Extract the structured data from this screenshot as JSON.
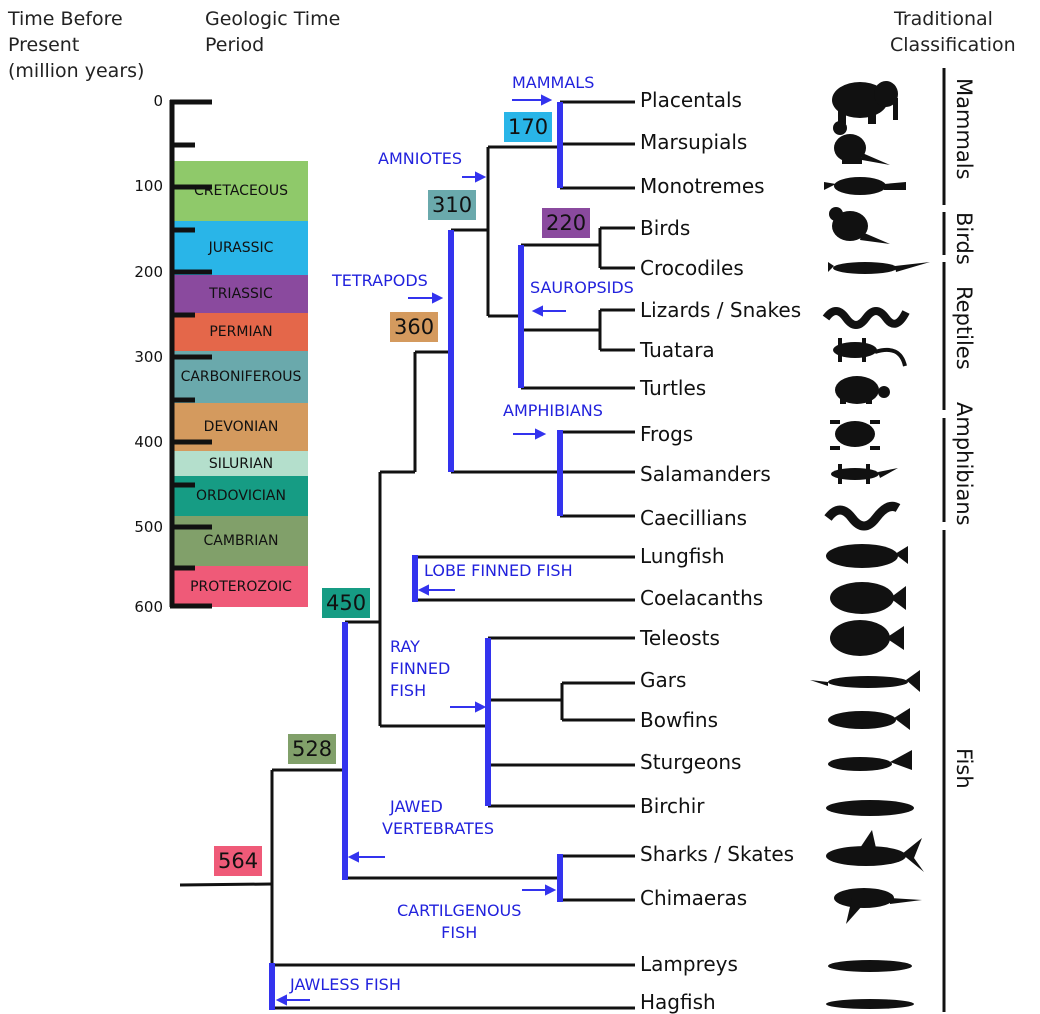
{
  "headers": {
    "time": [
      "Time Before",
      "Present",
      "(million years)"
    ],
    "period": [
      "Geologic Time",
      "Period"
    ],
    "classification": [
      "Traditional",
      "Classification"
    ]
  },
  "time_ticks": [
    "0",
    "100",
    "200",
    "300",
    "400",
    "500",
    "600"
  ],
  "periods": [
    {
      "name": "CRETACEOUS",
      "color": "#8fc96a"
    },
    {
      "name": "JURASSIC",
      "color": "#29b5e8"
    },
    {
      "name": "TRIASSIC",
      "color": "#8a4a9e"
    },
    {
      "name": "PERMIAN",
      "color": "#e4674a"
    },
    {
      "name": "CARBONIFEROUS",
      "color": "#6aa9ac"
    },
    {
      "name": "DEVONIAN",
      "color": "#d49a5e"
    },
    {
      "name": "SILURIAN",
      "color": "#b4dfcc"
    },
    {
      "name": "ORDOVICIAN",
      "color": "#169c84"
    },
    {
      "name": "CAMBRIAN",
      "color": "#81a06a"
    },
    {
      "name": "PROTEROZOIC",
      "color": "#ef5a78"
    }
  ],
  "taxa": [
    "Placentals",
    "Marsupials",
    "Monotremes",
    "Birds",
    "Crocodiles",
    "Lizards / Snakes",
    "Tuatara",
    "Turtles",
    "Frogs",
    "Salamanders",
    "Caecillians",
    "Lungfish",
    "Coelacanths",
    "Teleosts",
    "Gars",
    "Bowfins",
    "Sturgeons",
    "Birchir",
    "Sharks / Skates",
    "Chimaeras",
    "Lampreys",
    "Hagfish"
  ],
  "groups": {
    "mammals": "MAMMALS",
    "amniotes": "AMNIOTES",
    "tetrapods": "TETRAPODS",
    "sauropsids": "SAUROPSIDS",
    "amphibians": "AMPHIBIANS",
    "lobe_finned": "LOBE FINNED FISH",
    "ray_finned": [
      "RAY",
      "FINNED",
      "FISH"
    ],
    "jawed": [
      "JAWED",
      "VERTEBRATES"
    ],
    "cartilagenous": [
      "CARTILGENOUS",
      "FISH"
    ],
    "jawless": "JAWLESS FISH"
  },
  "node_ages": [
    {
      "label": "170",
      "color": "#29b5e8"
    },
    {
      "label": "220",
      "color": "#8a4a9e"
    },
    {
      "label": "310",
      "color": "#6aa9ac"
    },
    {
      "label": "360",
      "color": "#d49a5e"
    },
    {
      "label": "450",
      "color": "#169c84"
    },
    {
      "label": "528",
      "color": "#81a06a"
    },
    {
      "label": "564",
      "color": "#ef5a78"
    }
  ],
  "classification": [
    "Mammals",
    "Birds",
    "Reptiles",
    "Amphibians",
    "Fish"
  ],
  "colors": {
    "clade_bar": "#3333ee",
    "group_text": "#2222dd"
  }
}
